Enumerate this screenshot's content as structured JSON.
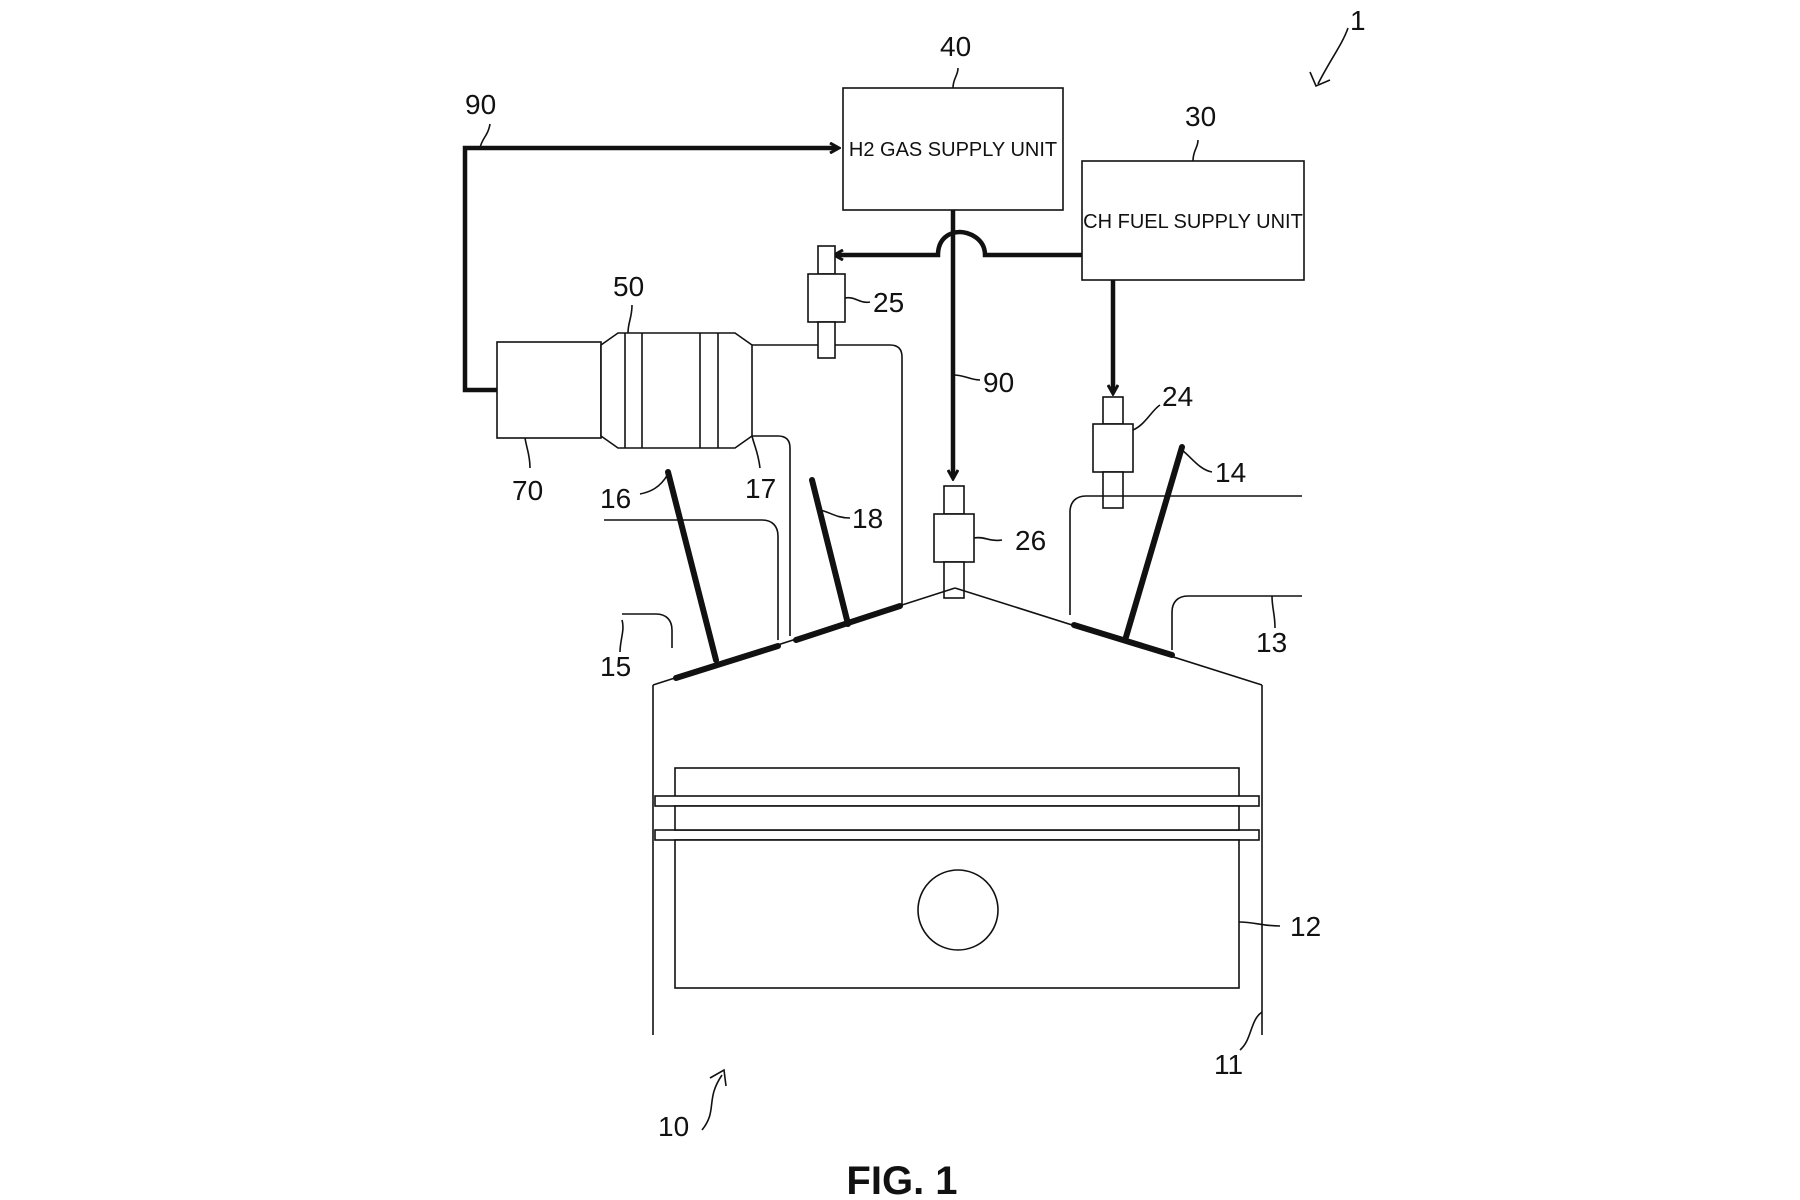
{
  "figure": {
    "caption": "FIG. 1",
    "boxes": {
      "h2_gas_supply_unit": "H2 GAS SUPPLY UNIT",
      "ch_fuel_supply_unit": "CH FUEL SUPPLY UNIT"
    },
    "refs": {
      "system": "1",
      "engine": "10",
      "cylinder": "11",
      "piston": "12",
      "intake_port": "13",
      "intake_valve": "14",
      "exhaust_port": "15",
      "exhaust_valve": "16",
      "exhaust_path": "17",
      "valve_18": "18",
      "injector_24": "24",
      "injector_25": "25",
      "injector_26": "26",
      "ch_fuel_supply_unit": "30",
      "h2_gas_supply_unit": "40",
      "catalyst_50": "50",
      "component_70": "70",
      "h2_line_top": "90",
      "h2_line_mid": "90"
    }
  }
}
